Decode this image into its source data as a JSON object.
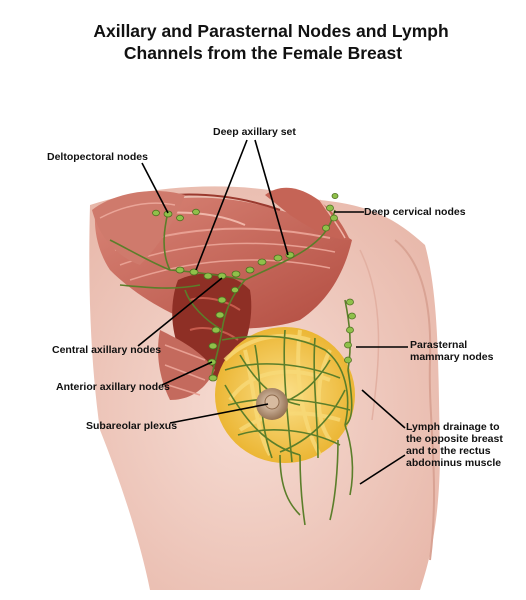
{
  "title": {
    "line1": "Axillary and Parasternal Nodes and Lymph",
    "line2": "Channels from  the Female Breast"
  },
  "labels": {
    "deep_axillary": "Deep axillary set",
    "deltopectoral": "Deltopectoral nodes",
    "deep_cervical": "Deep cervical nodes",
    "central_axillary": "Central axillary nodes",
    "parasternal_1": "Parasternal",
    "parasternal_2": "mammary nodes",
    "anterior_axillary": "Anterior axillary nodes",
    "subareolar": "Subareolar plexus",
    "drainage_1": "Lymph drainage to",
    "drainage_2": "the opposite breast",
    "drainage_3": "and to the rectus",
    "drainage_4": "abdominus muscle"
  },
  "colors": {
    "muscle": "#c96a5e",
    "muscle_dark": "#8a3026",
    "skin": "#f1d2c9",
    "gland": "#f3c63b",
    "lymph": "#5b7e2a",
    "node": "#8fc04a",
    "areola": "#b48a66"
  }
}
